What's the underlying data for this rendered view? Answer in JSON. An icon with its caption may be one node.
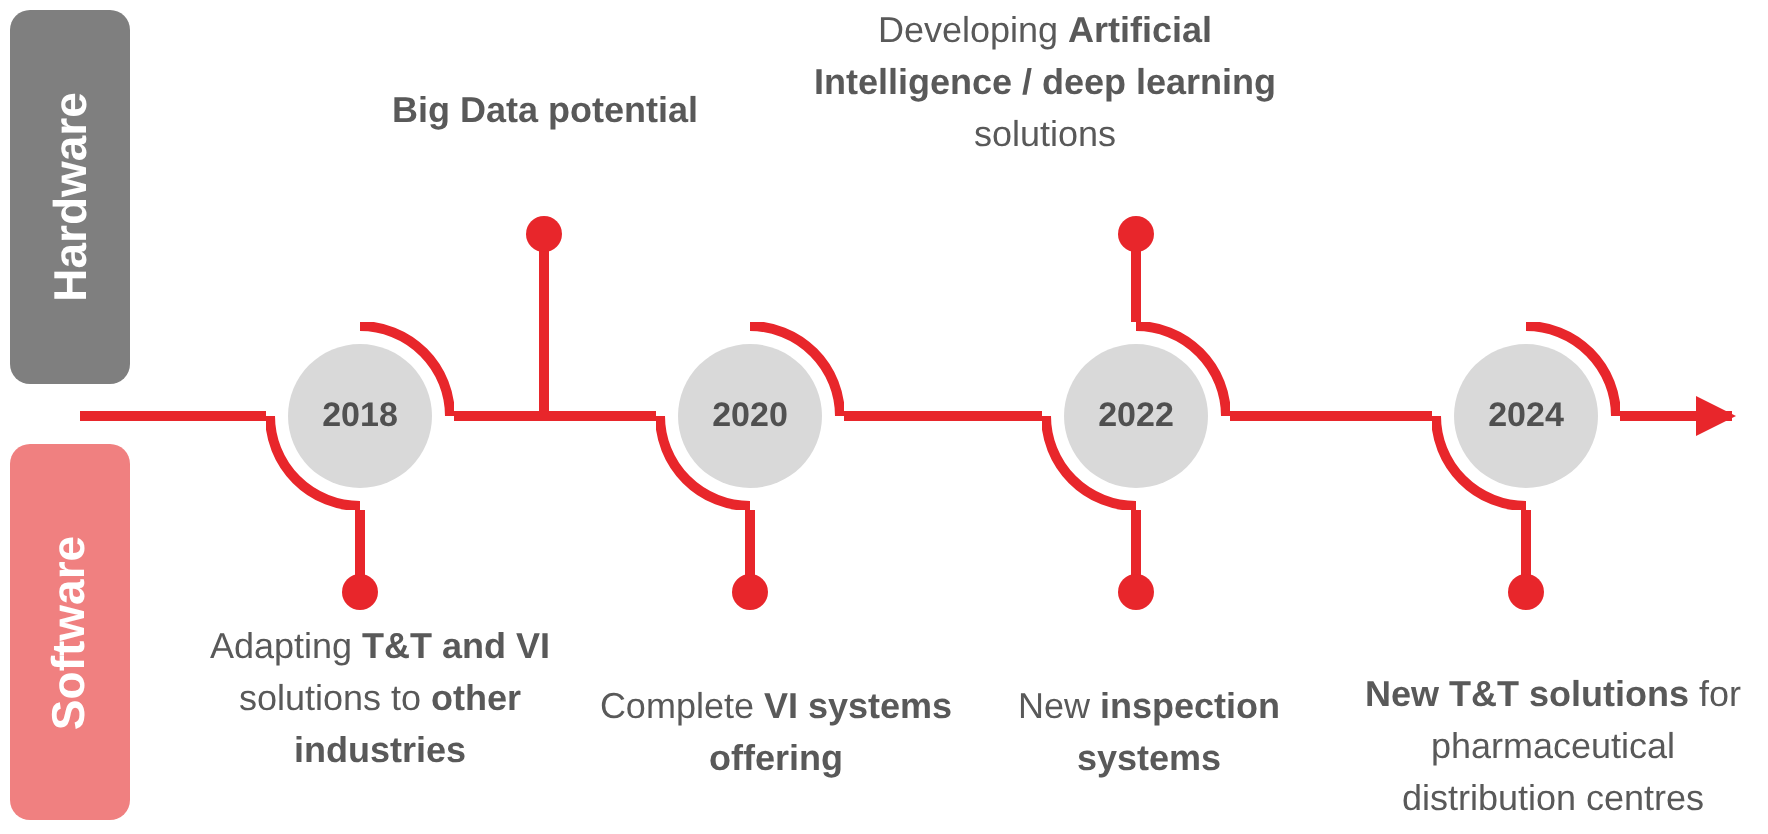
{
  "diagram": {
    "nodes": [
      {
        "text": [
          "Hardware"
        ]
      },
      {
        "text": [
          "Software"
        ]
      },
      {
        "text": [
          "Big Data potential"
        ]
      },
      {
        "text": [
          "Developing **Artificial Intelligence / deep learning** solutions"
        ]
      },
      {
        "text": [
          "2018"
        ]
      },
      {
        "text": [
          "2020"
        ]
      },
      {
        "text": [
          "2022"
        ]
      },
      {
        "text": [
          "2024"
        ]
      },
      {
        "text": [
          "Adapting **T&T and VI** solutions to **other industries**"
        ]
      },
      {
        "text": [
          "Complete **VI systems offering**"
        ]
      },
      {
        "text": [
          "New **inspection systems**"
        ]
      },
      {
        "text": [
          "**New T&T solutions** for pharmaceutical distribution centres"
        ]
      }
    ],
    "edges": [
      {
        "from": null,
        "to": 4,
        "arrow": "none"
      },
      {
        "from": 4,
        "to": 5,
        "arrow": "none"
      },
      {
        "from": 5,
        "to": 6,
        "arrow": "none"
      },
      {
        "from": 6,
        "to": 7,
        "arrow": "none"
      },
      {
        "from": 7,
        "to": null,
        "arrow": "to"
      },
      {
        "from": 2,
        "to": null,
        "arrow": "other"
      },
      {
        "from": 8,
        "to": 4,
        "arrow": "other"
      },
      {
        "from": 9,
        "to": 5,
        "arrow": "other"
      },
      {
        "from": 3,
        "to": 6,
        "arrow": "other"
      },
      {
        "from": 10,
        "to": 6,
        "arrow": "other"
      },
      {
        "from": 11,
        "to": 7,
        "arrow": "other"
      }
    ]
  }
}
